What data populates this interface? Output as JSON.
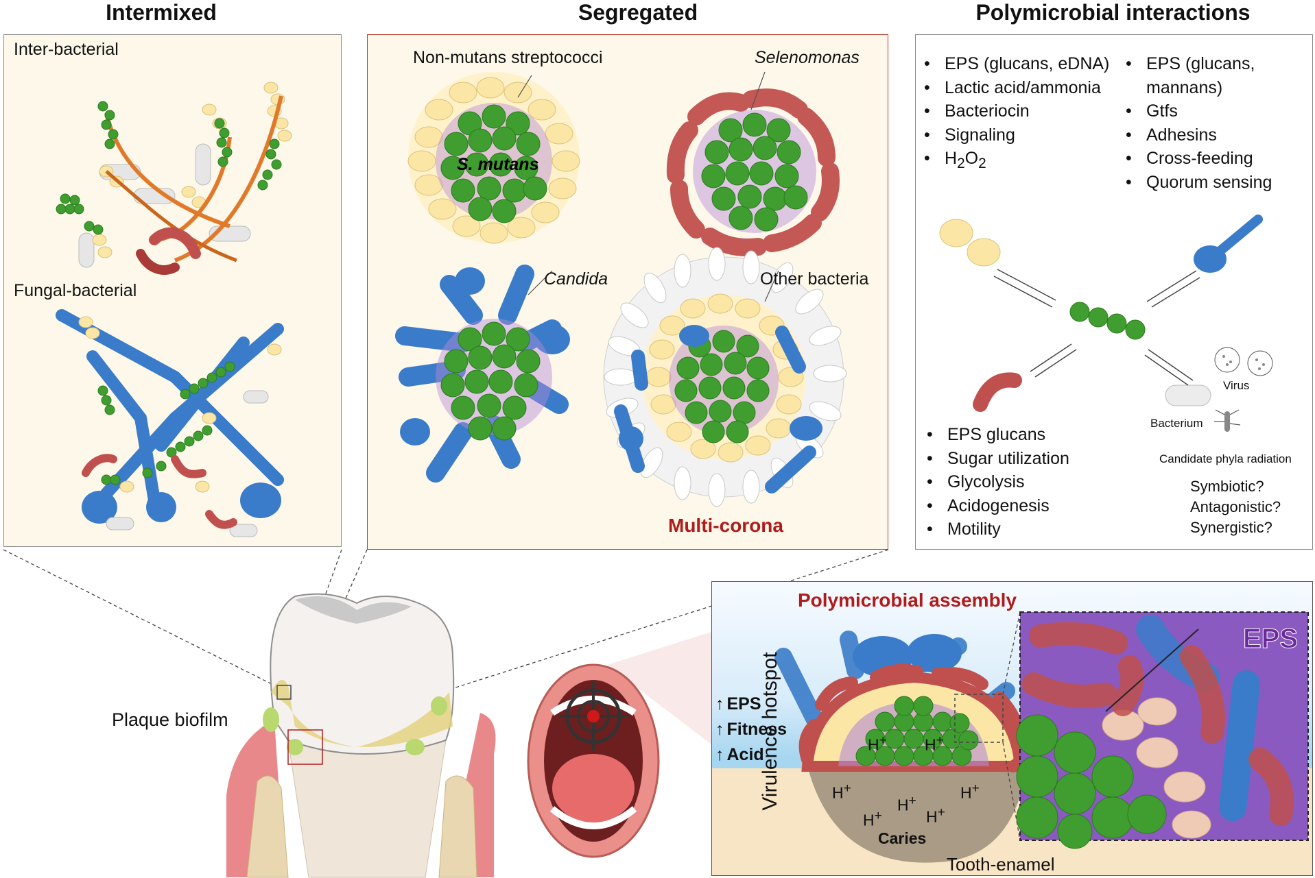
{
  "titles": {
    "intermixed": "Intermixed",
    "segregated": "Segregated",
    "polymicrobial": "Polymicrobial interactions"
  },
  "intermixed_panel": {
    "inter_bacterial": "Inter-bacterial",
    "fungal_bacterial": "Fungal-bacterial"
  },
  "segregated_panel": {
    "non_mutans": "Non-mutans streptococci",
    "selenomonas": "Selenomonas",
    "s_mutans": "S. mutans",
    "candida": "Candida",
    "other_bacteria": "Other bacteria",
    "multi_corona": "Multi-corona"
  },
  "interactions_panel": {
    "list_left": [
      "EPS (glucans, eDNA)",
      "Lactic acid/ammonia",
      "Bacteriocin",
      "Signaling"
    ],
    "h2o2": {
      "h": "H",
      "sub1": "2",
      "o": "O",
      "sub2": "2"
    },
    "list_right": [
      "EPS (glucans,",
      "mannans)",
      "Gtfs",
      "Adhesins",
      "Cross-feeding",
      "Quorum sensing"
    ],
    "list_bottom": [
      "EPS glucans",
      "Sugar utilization",
      "Glycolysis",
      "Acidogenesis",
      "Motility"
    ],
    "virus": "Virus",
    "bacterium": "Bacterium",
    "cpr": "Candidate phyla radiation",
    "questions": [
      "Symbiotic?",
      "Antagonistic?",
      "Synergistic?"
    ]
  },
  "bottom": {
    "plaque_biofilm": "Plaque biofilm",
    "virulence_hotspot": "Virulence hotspot",
    "polymicrobial_assembly": "Polymicrobial assembly",
    "increases": [
      "EPS",
      "Fitness",
      "Acid"
    ],
    "up_arrow": "↑",
    "h_plus": "H",
    "plus": "+",
    "caries": "Caries",
    "tooth_enamel": "Tooth-enamel",
    "eps_label": "EPS"
  },
  "colors": {
    "green": "#3f9e2f",
    "yellow": "#fbe6a6",
    "red": "#c0504d",
    "blue": "#3a7cc9",
    "accent_red": "#b01b1b",
    "eps_purple": "#6a2a9a"
  }
}
